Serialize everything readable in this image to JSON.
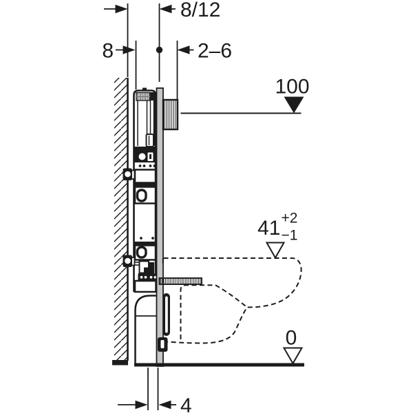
{
  "diagram": {
    "title": "Wall-hung WC concealed cistern element — side section installation drawing",
    "colors": {
      "line": "#1c1c1c",
      "panel_gray": "#c6c6c6",
      "background": "#ffffff"
    },
    "dimensions": {
      "top_width": {
        "label": "8/12"
      },
      "wall_offset": {
        "label": "8"
      },
      "panel_range": {
        "label": "2–6"
      },
      "cistern_level": {
        "label": "100"
      },
      "bowl_height": {
        "label": "41",
        "tol_plus": "+2",
        "tol_minus": "−1"
      },
      "floor_level": {
        "label": "0"
      },
      "floor_gap": {
        "label": "4"
      }
    }
  }
}
